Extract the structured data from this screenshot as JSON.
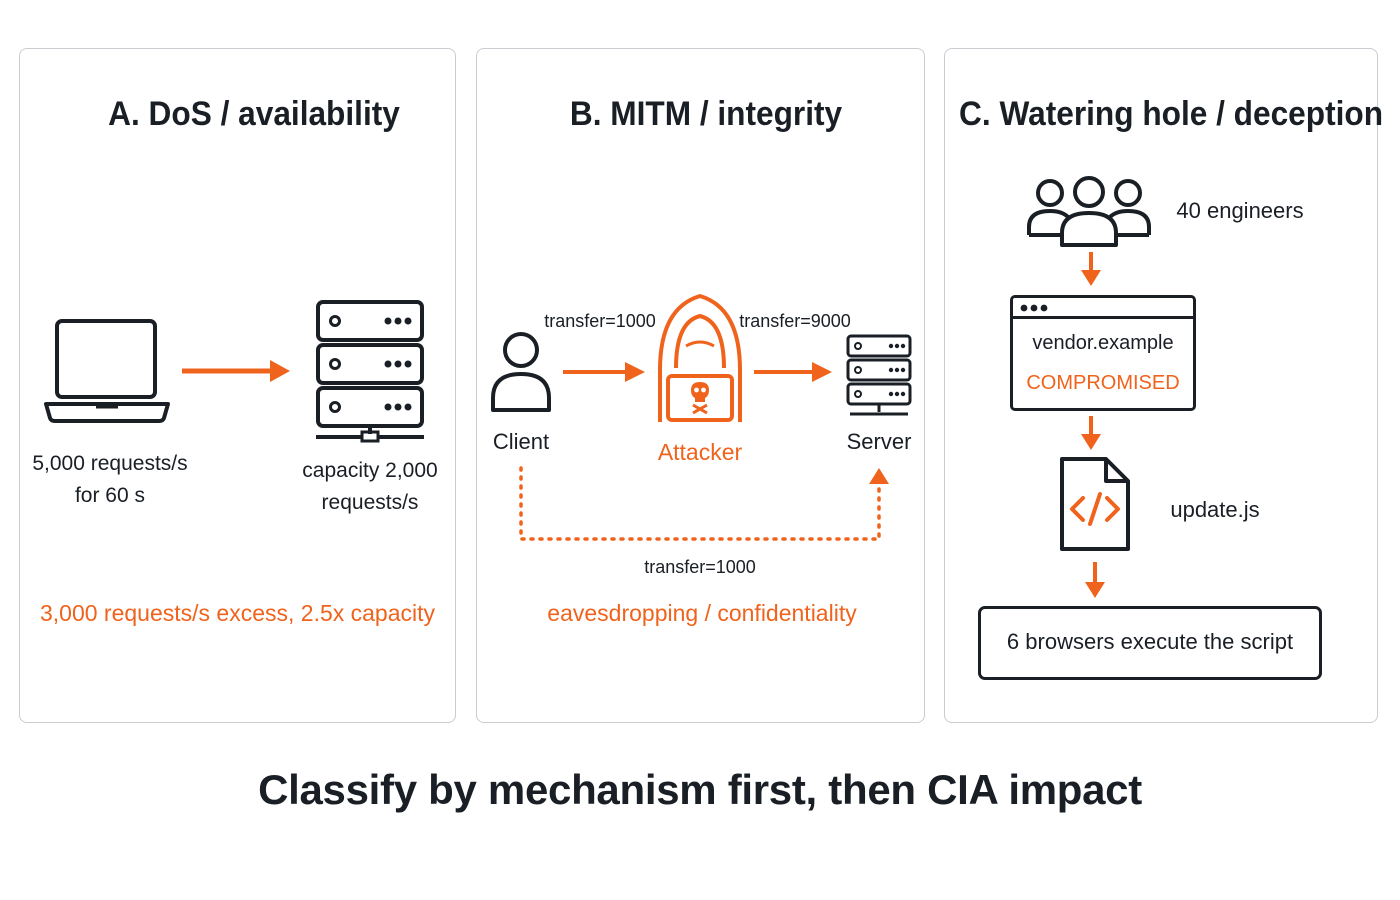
{
  "panel_a": {
    "title": "A. DoS / availability",
    "client_line1": "5,000 requests/s",
    "client_line2": "for 60 s",
    "server_line1": "capacity 2,000",
    "server_line2": "requests/s",
    "result": "3,000 requests/s excess, 2.5x capacity"
  },
  "panel_b": {
    "title": "B. MITM / integrity",
    "client_label": "Client",
    "attacker_label": "Attacker",
    "server_label": "Server",
    "transfer_client_attacker": "transfer=1000",
    "transfer_attacker_server": "transfer=9000",
    "transfer_direct": "transfer=1000",
    "result": "eavesdropping / confidentiality"
  },
  "panel_c": {
    "title": "C. Watering hole / deception",
    "engineers": "40 engineers",
    "site": "vendor.example",
    "site_status": "COMPROMISED",
    "file": "update.js",
    "outcome": "6 browsers execute the script"
  },
  "footer": "Classify by mechanism first, then CIA impact",
  "colors": {
    "accent": "#f0631c",
    "ink": "#1a1f26",
    "border": "#c9cdd2"
  }
}
